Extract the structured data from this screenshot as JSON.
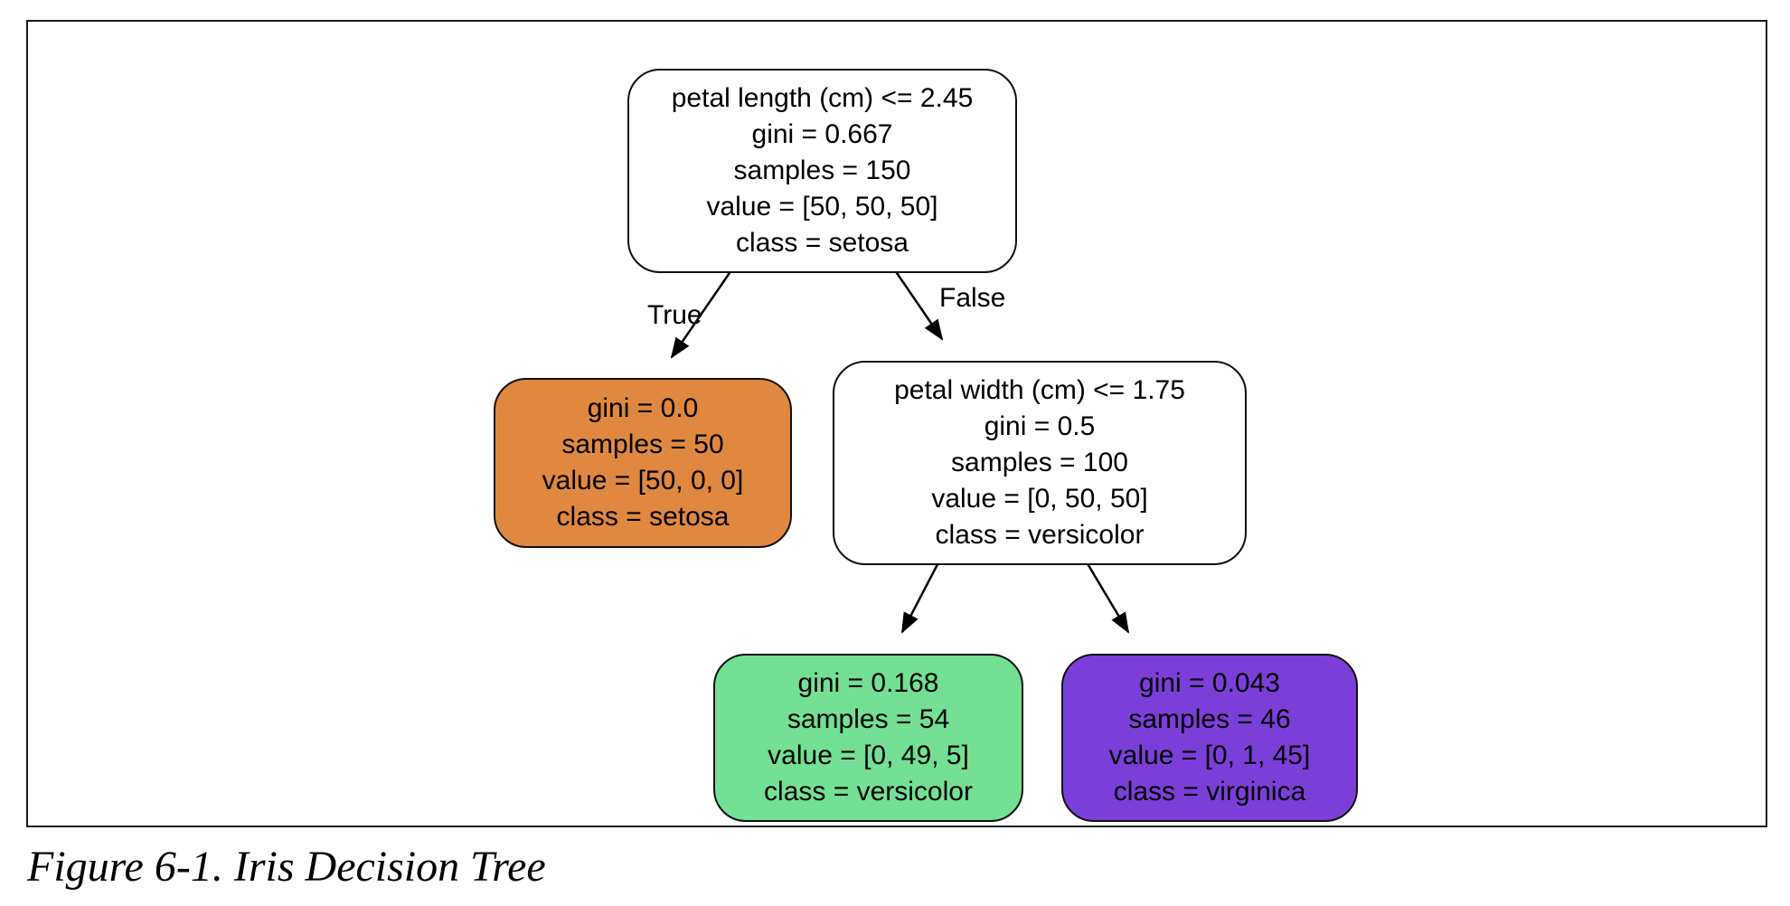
{
  "figure": {
    "caption": "Figure 6-1. Iris Decision Tree"
  },
  "tree": {
    "edge_labels": {
      "true_branch": "True",
      "false_branch": "False"
    },
    "colors": {
      "decision_node_fill": "#ffffff",
      "setosa_leaf_fill": "#e0883f",
      "versicolor_leaf_fill": "#73e093",
      "virginica_leaf_fill": "#7c3ed8",
      "node_border": "#101010",
      "edge_stroke": "#000000"
    },
    "nodes": {
      "root": {
        "lines": [
          "petal length (cm) <= 2.45",
          "gini = 0.667",
          "samples = 150",
          "value = [50, 50, 50]",
          "class = setosa"
        ]
      },
      "setosa_leaf": {
        "lines": [
          "gini = 0.0",
          "samples = 50",
          "value = [50, 0, 0]",
          "class = setosa"
        ]
      },
      "petal_width_node": {
        "lines": [
          "petal width (cm) <= 1.75",
          "gini = 0.5",
          "samples = 100",
          "value = [0, 50, 50]",
          "class = versicolor"
        ]
      },
      "versicolor_leaf": {
        "lines": [
          "gini = 0.168",
          "samples = 54",
          "value = [0, 49, 5]",
          "class = versicolor"
        ]
      },
      "virginica_leaf": {
        "lines": [
          "gini = 0.043",
          "samples = 46",
          "value = [0, 1, 45]",
          "class = virginica"
        ]
      }
    }
  }
}
